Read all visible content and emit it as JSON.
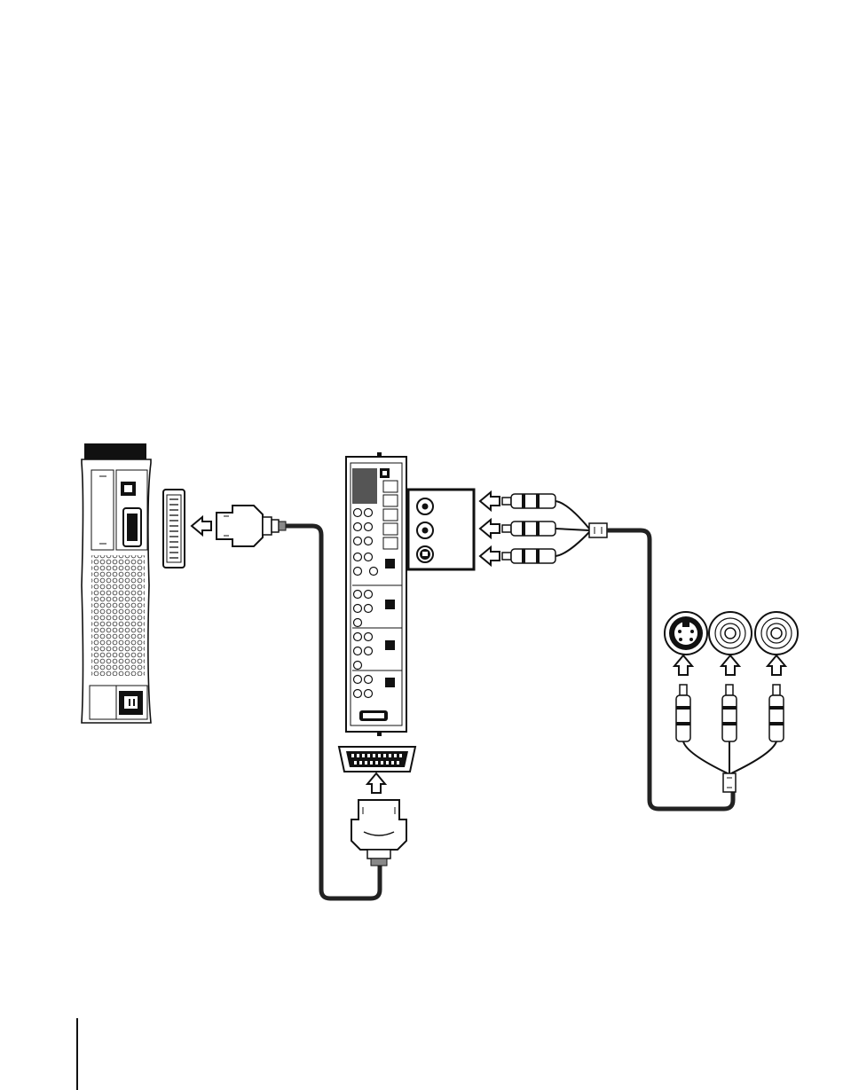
{
  "page": {
    "background": "#ffffff",
    "ink_color": "#1a1a1a",
    "cable_color": "#222222"
  },
  "diagram": {
    "description_icons": [
      "console-rear-panel",
      "av-adapter-connector",
      "av-adapter-plug",
      "av-switch-rear-panel",
      "multi-connector-port",
      "composite-input-jacks",
      "rca-plugs-to-switch",
      "svideo-and-rca-output-jacks",
      "rca-plugs-to-jacks",
      "direction-arrow-icon"
    ]
  }
}
